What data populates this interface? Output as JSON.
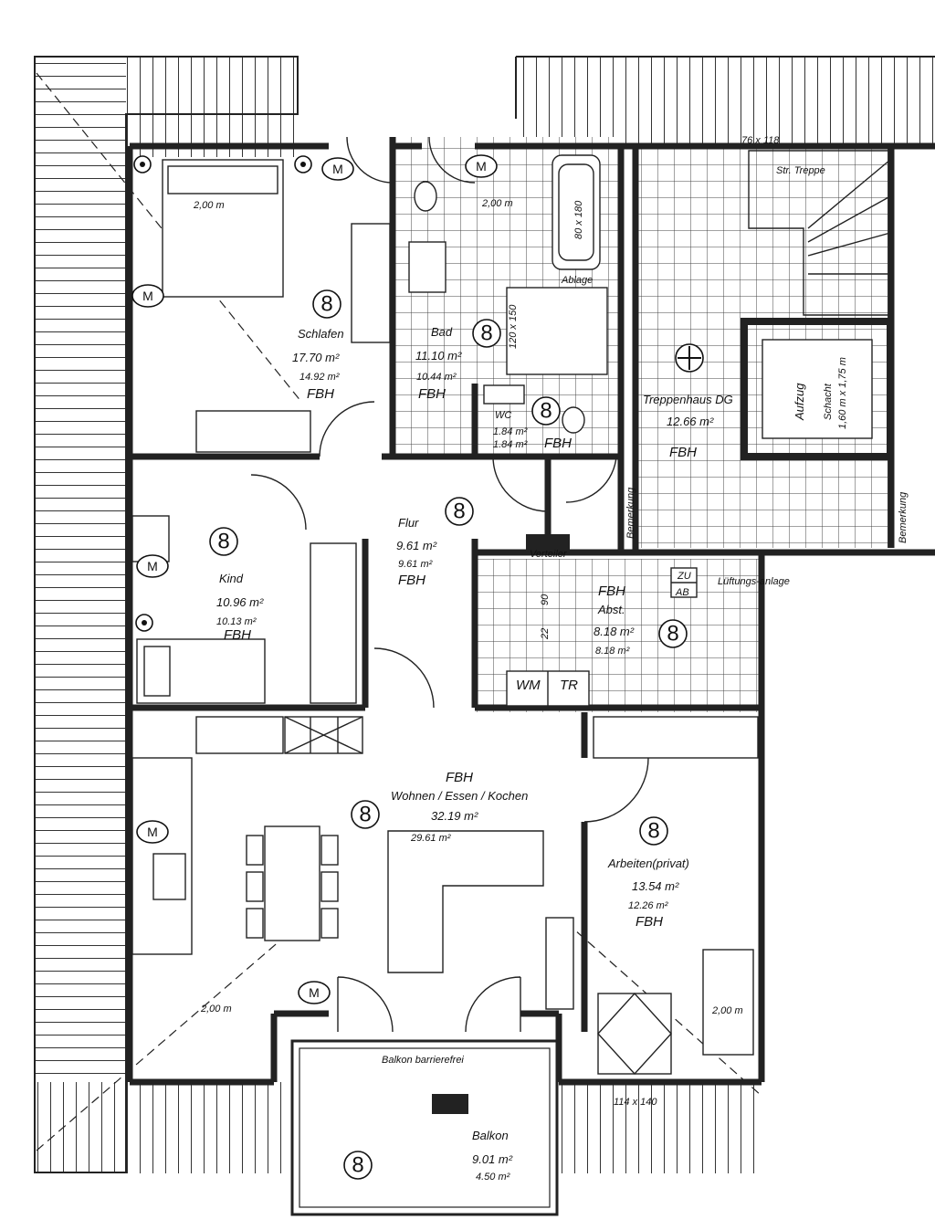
{
  "plan": {
    "rooms": {
      "schlafen": {
        "name": "Schlafen",
        "area": "17.70 m²",
        "area2": "14.92 m²",
        "heating": "FBH",
        "zone": "8"
      },
      "bad": {
        "name": "Bad",
        "area": "11.10 m²",
        "area2": "10.44 m²",
        "heating": "FBH",
        "zone": "8"
      },
      "wc": {
        "name": "WC",
        "area": "1.84 m²",
        "area2": "1.84 m²",
        "heating": "FBH",
        "zone": "8"
      },
      "treppenhaus": {
        "name": "Treppenhaus DG",
        "area": "12.66 m²",
        "heating": "FBH"
      },
      "flur": {
        "name": "Flur",
        "area": "9.61 m²",
        "area2": "9.61 m²",
        "heating": "FBH",
        "zone": "8"
      },
      "kind": {
        "name": "Kind",
        "area": "10.96 m²",
        "area2": "10.13 m²",
        "heating": "FBH",
        "zone": "8"
      },
      "abst": {
        "name": "Abst.",
        "area": "8.18 m²",
        "area2": "8.18 m²",
        "heating": "FBH",
        "zone": "8"
      },
      "wohnen": {
        "name": "Wohnen / Essen / Kochen",
        "area": "32.19 m²",
        "area2": "29.61 m²",
        "heating": "FBH",
        "zone": "8"
      },
      "arbeiten": {
        "name": "Arbeiten(privat)",
        "area": "13.54 m²",
        "area2": "12.26 m²",
        "heating": "FBH",
        "zone": "8"
      },
      "balkon": {
        "name": "Balkon",
        "area": "9.01 m²",
        "area2": "4.50 m²",
        "zone": "8",
        "note": "Balkon barrierefrei"
      }
    },
    "labels": {
      "dim_top": "76 x 118",
      "stair": "Str. Treppe",
      "bed_dim": "2,00 m",
      "bath_dim": "2,00 m",
      "tub": "80 x 180",
      "ablage": "Ablage",
      "shower": "120 x 150",
      "aufzug": "Aufzug",
      "schacht": "Schacht",
      "schacht_dim": "1,60 m x 1,75 m",
      "verteiler": "Verteiler",
      "zu": "ZU",
      "ab": "AB",
      "lueftung": "Lüftungs-anlage",
      "dim_90": "90",
      "dim_22": "22",
      "wm": "WM",
      "tr": "TR",
      "dim_liv": "2,00 m",
      "dim_work": "2,00 m",
      "window": "114 x 140",
      "bemerkung": "Bemerkung",
      "m": "M"
    }
  }
}
